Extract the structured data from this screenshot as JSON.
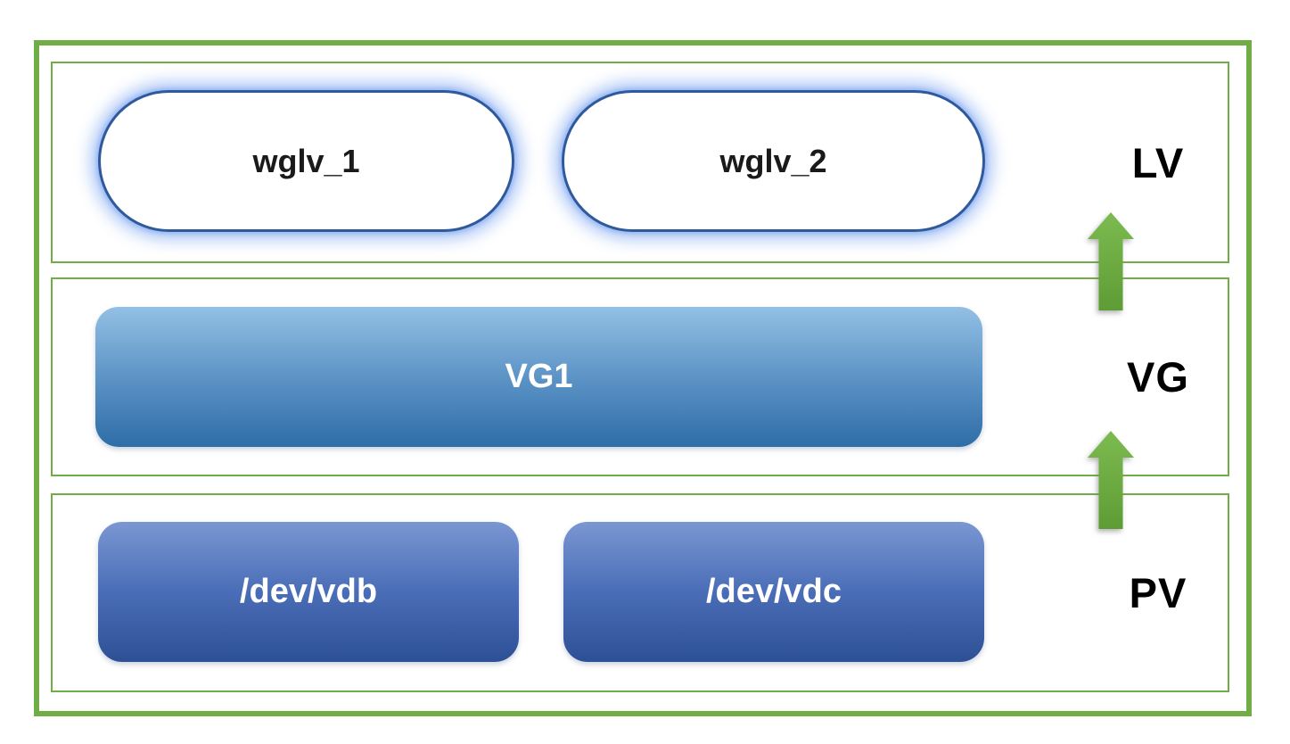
{
  "diagram": {
    "layers": [
      {
        "id": "lv",
        "label": "LV",
        "nodes": [
          {
            "label": "wglv_1"
          },
          {
            "label": "wglv_2"
          }
        ]
      },
      {
        "id": "vg",
        "label": "VG",
        "nodes": [
          {
            "label": "VG1"
          }
        ]
      },
      {
        "id": "pv",
        "label": "PV",
        "nodes": [
          {
            "label": "/dev/vdb"
          },
          {
            "label": "/dev/vdc"
          }
        ]
      }
    ],
    "arrows": [
      {
        "name": "pv-to-vg",
        "direction": "up"
      },
      {
        "name": "vg-to-lv",
        "direction": "up"
      }
    ],
    "colors": {
      "frame_green": "#70ad47",
      "arrow_green_light": "#7cbb50",
      "arrow_green_dark": "#5e9c35",
      "node_border_blue": "#2e5a9c",
      "node_glow_blue": "#9abaf5",
      "vg_gradient_top": "#93c0e4",
      "vg_gradient_bottom": "#2e6da7",
      "pv_gradient_top": "#7b97d2",
      "pv_gradient_bottom": "#2d5095",
      "pill_text": "#1a1a1a",
      "box_text": "#ffffff",
      "label_text": "#000000"
    }
  }
}
